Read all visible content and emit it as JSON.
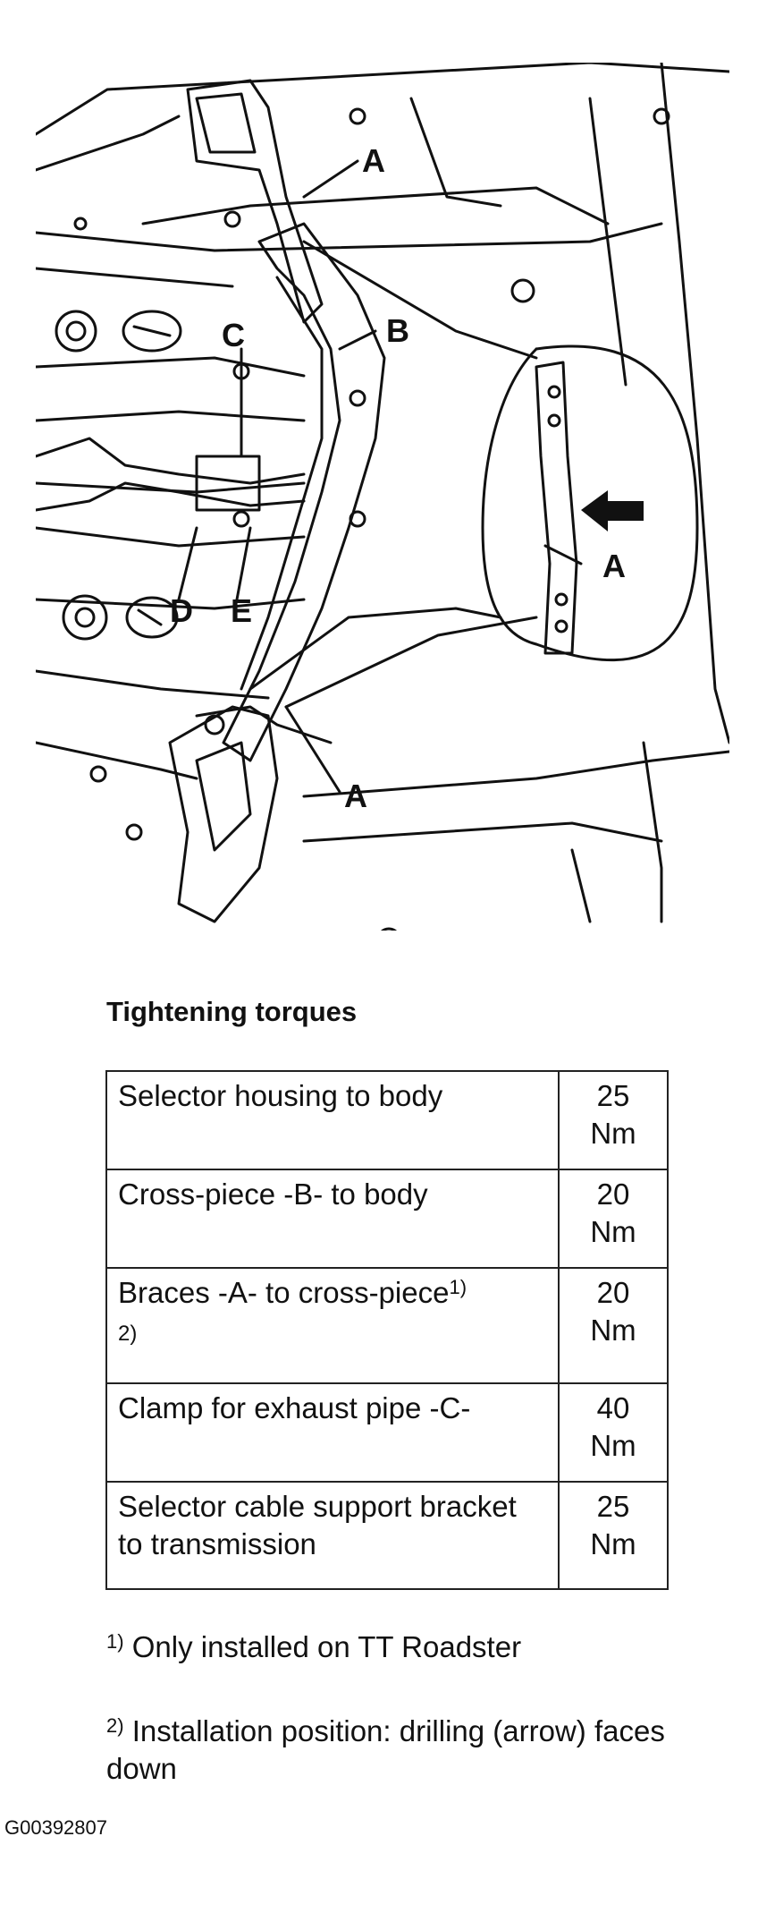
{
  "diagram": {
    "labels": {
      "a_top": "A",
      "a_detail": "A",
      "a_bottom": "A",
      "b": "B",
      "c": "C",
      "d": "D",
      "e": "E"
    }
  },
  "heading": "Tightening torques",
  "table": {
    "rows": [
      {
        "item": "Selector housing to body",
        "sup": "",
        "tail": "",
        "value": "25",
        "unit": "Nm"
      },
      {
        "item": "Cross-piece -B- to body",
        "sup": "",
        "tail": "",
        "value": "20",
        "unit": "Nm"
      },
      {
        "item": "Braces -A- to cross-piece",
        "sup": "1)",
        "tail": "2)",
        "value": "20",
        "unit": "Nm"
      },
      {
        "item": "Clamp for exhaust pipe -C-",
        "sup": "",
        "tail": "",
        "value": "40",
        "unit": "Nm"
      },
      {
        "item": "Selector cable support bracket to transmission",
        "sup": "",
        "tail": "",
        "value": "25",
        "unit": "Nm"
      }
    ]
  },
  "footnotes": [
    {
      "marker": "1)",
      "text": " Only installed on TT Roadster"
    },
    {
      "marker": "2)",
      "text": " Installation position: drilling (arrow) faces down"
    }
  ],
  "figure_id": "G00392807"
}
